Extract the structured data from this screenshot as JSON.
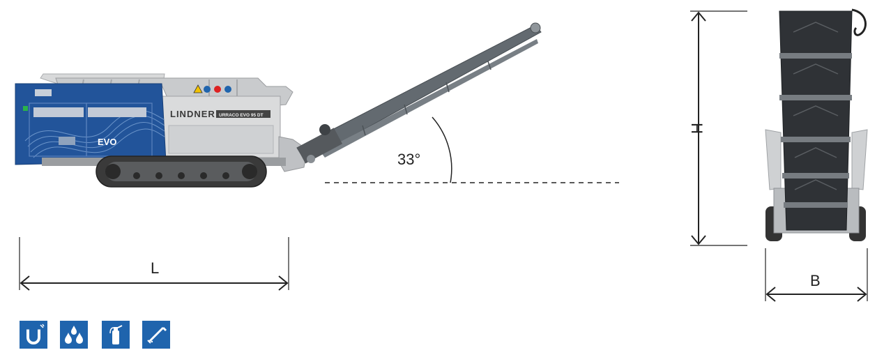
{
  "machine": {
    "brand_label": "LINDNER",
    "model_label": "URRACO EVO 95 DT",
    "series_label": "EVO"
  },
  "dimensions": {
    "angle_label": "33°",
    "length_label": "L",
    "height_label": "H",
    "width_label": "B"
  },
  "feature_icons": [
    "magnet-icon",
    "water-drops-icon",
    "fire-extinguisher-icon",
    "spray-lance-icon"
  ],
  "colors": {
    "brand_blue": "#1f64ad",
    "machine_grey": "#5f6569",
    "track_dark": "#333333"
  }
}
